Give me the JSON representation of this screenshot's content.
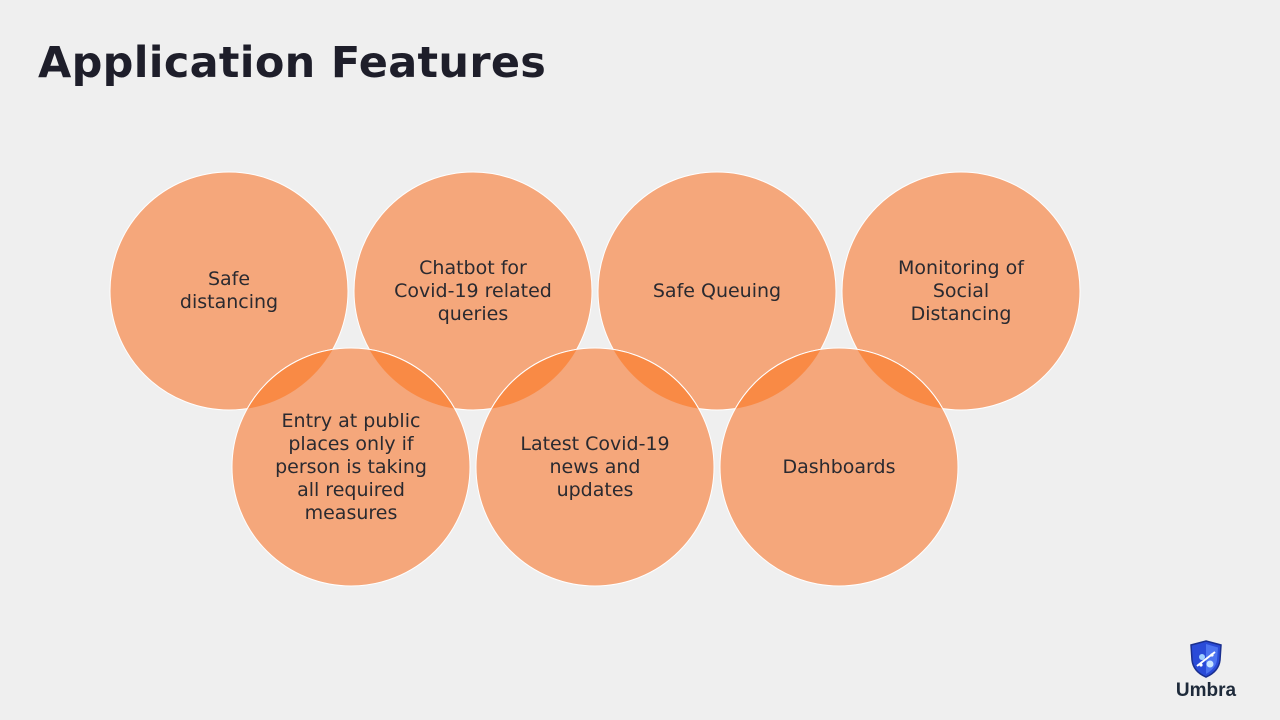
{
  "title": "Application Features",
  "features": [
    {
      "label": "Safe distancing",
      "lines": [
        "Safe",
        "distancing"
      ]
    },
    {
      "label": "Chatbot for Covid-19 related queries",
      "lines": [
        "Chatbot for",
        "Covid-19 related",
        "queries"
      ]
    },
    {
      "label": "Safe Queuing",
      "lines": [
        "Safe Queuing"
      ]
    },
    {
      "label": "Monitoring of Social Distancing",
      "lines": [
        "Monitoring  of",
        "Social",
        "Distancing"
      ]
    },
    {
      "label": "Entry at public places only if person is taking all required measures",
      "lines": [
        "Entry at public",
        "places only if",
        "person is taking",
        "all required",
        "measures"
      ]
    },
    {
      "label": "Latest Covid-19 news and updates",
      "lines": [
        "Latest Covid-19",
        "news and",
        "updates"
      ]
    },
    {
      "label": "Dashboards",
      "lines": [
        "Dashboards"
      ]
    }
  ],
  "logo": {
    "name": "Umbra",
    "icon": "shield-logo-icon"
  },
  "colors": {
    "circle": "#f5a77b",
    "overlap": "#f98a45",
    "title": "#1e1e2a",
    "background": "#efefef"
  }
}
